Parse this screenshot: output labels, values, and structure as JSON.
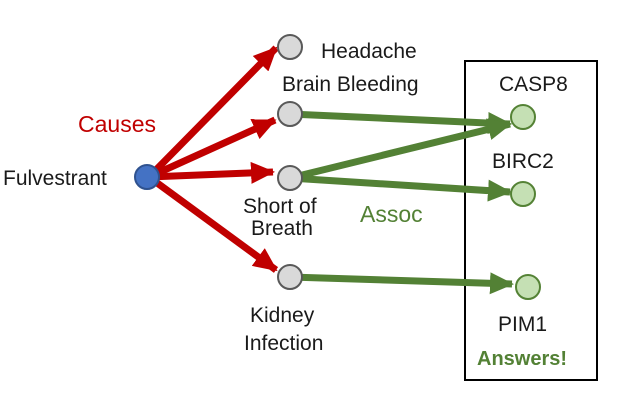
{
  "drug": {
    "label": "Fulvestrant",
    "color": "#4472c4"
  },
  "relations": {
    "causes": {
      "label": "Causes",
      "color": "#c00000"
    },
    "assoc": {
      "label": "Assoc",
      "color": "#538135"
    }
  },
  "side_effects": [
    {
      "label": "Headache"
    },
    {
      "label": "Brain Bleeding"
    },
    {
      "label_line1": "Short of",
      "label_line2": "Breath"
    },
    {
      "label_line1": "Kidney",
      "label_line2": "Infection"
    }
  ],
  "targets": [
    {
      "label": "CASP8"
    },
    {
      "label": "BIRC2"
    },
    {
      "label": "PIM1"
    }
  ],
  "answers_label": "Answers!",
  "colors": {
    "side_effect_node": "#d9d9d9",
    "target_node": "#c5e0b4",
    "box_border": "#000000"
  }
}
